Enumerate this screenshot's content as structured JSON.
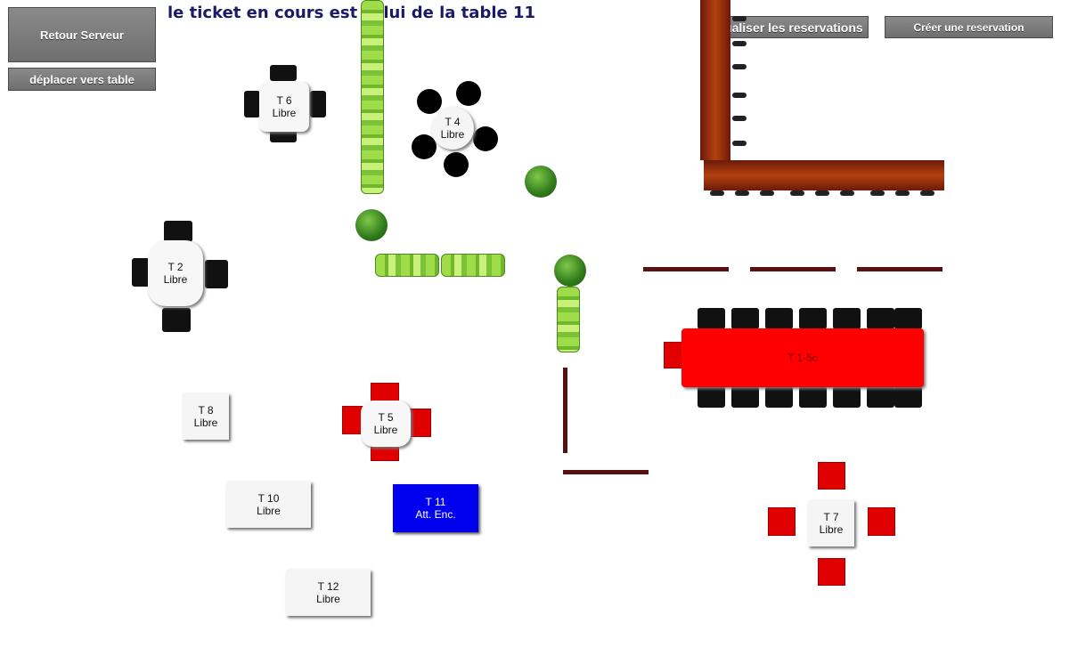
{
  "header": {
    "ticket_message": "le ticket en cours est celui de la table 11"
  },
  "buttons": {
    "retour_serveur": "Retour Serveur",
    "deplacer_table": "déplacer vers table",
    "visualiser_reservations": "Visualiser les reservations",
    "creer_reservation": "Créer une reservation"
  },
  "tables": {
    "t6": {
      "name": "T 6",
      "status": "Libre"
    },
    "t4": {
      "name": "T 4",
      "status": "Libre"
    },
    "t2": {
      "name": "T 2",
      "status": "Libre"
    },
    "t8": {
      "name": "T 8",
      "status": "Libre"
    },
    "t5": {
      "name": "T 5",
      "status": "Libre"
    },
    "t10": {
      "name": "T 10",
      "status": "Libre"
    },
    "t11": {
      "name": "T 11",
      "status": "Att. Enc."
    },
    "t12": {
      "name": "T 12",
      "status": "Libre"
    },
    "t7": {
      "name": "T 7",
      "status": "Libre"
    },
    "t15": {
      "name": "T 1-5c",
      "status": ""
    }
  },
  "colors": {
    "free_table": "#f5f5f5",
    "occupied_table": "#0000ee",
    "reserved_red": "#ff0000",
    "header_text": "#1a1a66"
  }
}
